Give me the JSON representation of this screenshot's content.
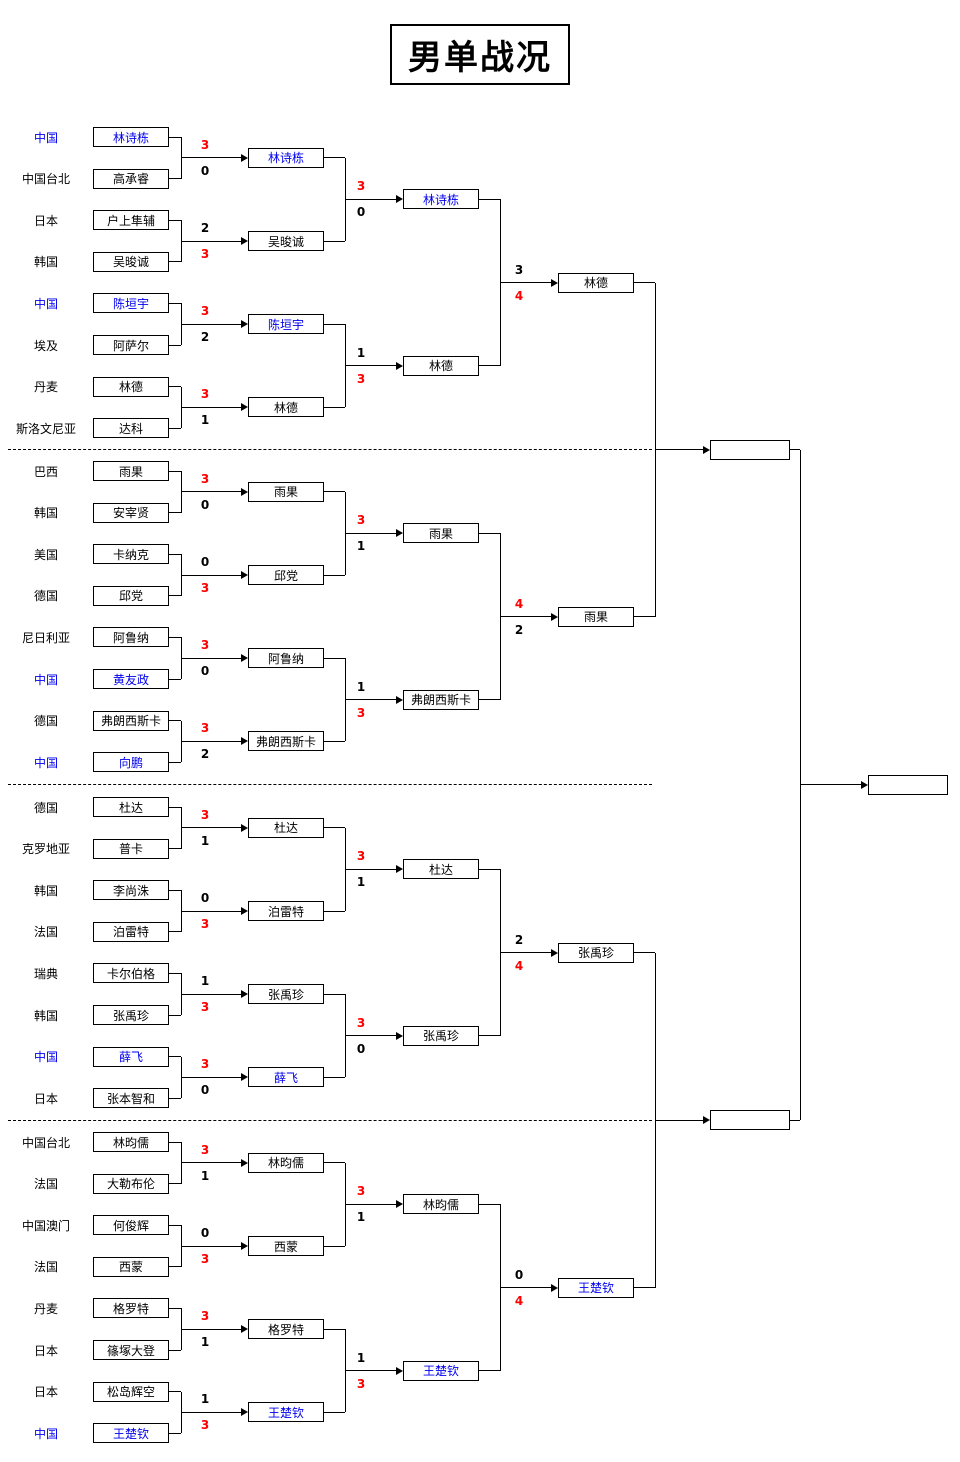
{
  "title": "男单战况",
  "colors": {
    "china_blue": "#0000ee",
    "win_red": "#ff0000",
    "line": "#000000"
  },
  "sections": [
    {
      "r1": [
        {
          "country": "中国",
          "country_cn": true,
          "name": "林诗栋",
          "cn": true,
          "score": "3",
          "score_red": true
        },
        {
          "country": "中国台北",
          "country_cn": false,
          "name": "高承睿",
          "cn": false,
          "score": "0",
          "score_red": false
        },
        {
          "country": "日本",
          "country_cn": false,
          "name": "户上隼辅",
          "cn": false,
          "score": "2",
          "score_red": false
        },
        {
          "country": "韩国",
          "country_cn": false,
          "name": "吴晙诚",
          "cn": false,
          "score": "3",
          "score_red": true
        },
        {
          "country": "中国",
          "country_cn": true,
          "name": "陈垣宇",
          "cn": true,
          "score": "3",
          "score_red": true
        },
        {
          "country": "埃及",
          "country_cn": false,
          "name": "阿萨尔",
          "cn": false,
          "score": "2",
          "score_red": false
        },
        {
          "country": "丹麦",
          "country_cn": false,
          "name": "林德",
          "cn": false,
          "score": "3",
          "score_red": true
        },
        {
          "country": "斯洛文尼亚",
          "country_cn": false,
          "name": "达科",
          "cn": false,
          "score": "1",
          "score_red": false
        }
      ],
      "r2": [
        {
          "name": "林诗栋",
          "cn": true,
          "score": "3",
          "score_red": true
        },
        {
          "name": "吴晙诚",
          "cn": false,
          "score": "0",
          "score_red": false
        },
        {
          "name": "陈垣宇",
          "cn": true,
          "score": "1",
          "score_red": false
        },
        {
          "name": "林德",
          "cn": false,
          "score": "3",
          "score_red": true
        }
      ],
      "r3": [
        {
          "name": "林诗栋",
          "cn": true,
          "score": "3",
          "score_red": false
        },
        {
          "name": "林德",
          "cn": false,
          "score": "4",
          "score_red": true
        }
      ],
      "qf_winner": {
        "name": "林德",
        "cn": false
      }
    },
    {
      "r1": [
        {
          "country": "巴西",
          "country_cn": false,
          "name": "雨果",
          "cn": false,
          "score": "3",
          "score_red": true
        },
        {
          "country": "韩国",
          "country_cn": false,
          "name": "安宰贤",
          "cn": false,
          "score": "0",
          "score_red": false
        },
        {
          "country": "美国",
          "country_cn": false,
          "name": "卡纳克",
          "cn": false,
          "score": "0",
          "score_red": false
        },
        {
          "country": "德国",
          "country_cn": false,
          "name": "邱党",
          "cn": false,
          "score": "3",
          "score_red": true
        },
        {
          "country": "尼日利亚",
          "country_cn": false,
          "name": "阿鲁纳",
          "cn": false,
          "score": "3",
          "score_red": true
        },
        {
          "country": "中国",
          "country_cn": true,
          "name": "黄友政",
          "cn": true,
          "score": "0",
          "score_red": false
        },
        {
          "country": "德国",
          "country_cn": false,
          "name": "弗朗西斯卡",
          "cn": false,
          "score": "3",
          "score_red": true
        },
        {
          "country": "中国",
          "country_cn": true,
          "name": "向鹏",
          "cn": true,
          "score": "2",
          "score_red": false
        }
      ],
      "r2": [
        {
          "name": "雨果",
          "cn": false,
          "score": "3",
          "score_red": true
        },
        {
          "name": "邱党",
          "cn": false,
          "score": "1",
          "score_red": false
        },
        {
          "name": "阿鲁纳",
          "cn": false,
          "score": "1",
          "score_red": false
        },
        {
          "name": "弗朗西斯卡",
          "cn": false,
          "score": "3",
          "score_red": true
        }
      ],
      "r3": [
        {
          "name": "雨果",
          "cn": false,
          "score": "4",
          "score_red": true
        },
        {
          "name": "弗朗西斯卡",
          "cn": false,
          "score": "2",
          "score_red": false
        }
      ],
      "qf_winner": {
        "name": "雨果",
        "cn": false
      }
    },
    {
      "r1": [
        {
          "country": "德国",
          "country_cn": false,
          "name": "杜达",
          "cn": false,
          "score": "3",
          "score_red": true
        },
        {
          "country": "克罗地亚",
          "country_cn": false,
          "name": "普卡",
          "cn": false,
          "score": "1",
          "score_red": false
        },
        {
          "country": "韩国",
          "country_cn": false,
          "name": "李尚洙",
          "cn": false,
          "score": "0",
          "score_red": false
        },
        {
          "country": "法国",
          "country_cn": false,
          "name": "泊雷特",
          "cn": false,
          "score": "3",
          "score_red": true
        },
        {
          "country": "瑞典",
          "country_cn": false,
          "name": "卡尔伯格",
          "cn": false,
          "score": "1",
          "score_red": false
        },
        {
          "country": "韩国",
          "country_cn": false,
          "name": "张禹珍",
          "cn": false,
          "score": "3",
          "score_red": true
        },
        {
          "country": "中国",
          "country_cn": true,
          "name": "薛飞",
          "cn": true,
          "score": "3",
          "score_red": true
        },
        {
          "country": "日本",
          "country_cn": false,
          "name": "张本智和",
          "cn": false,
          "score": "0",
          "score_red": false
        }
      ],
      "r2": [
        {
          "name": "杜达",
          "cn": false,
          "score": "3",
          "score_red": true
        },
        {
          "name": "泊雷特",
          "cn": false,
          "score": "1",
          "score_red": false
        },
        {
          "name": "张禹珍",
          "cn": false,
          "score": "3",
          "score_red": true
        },
        {
          "name": "薛飞",
          "cn": true,
          "score": "0",
          "score_red": false
        }
      ],
      "r3": [
        {
          "name": "杜达",
          "cn": false,
          "score": "2",
          "score_red": false
        },
        {
          "name": "张禹珍",
          "cn": false,
          "score": "4",
          "score_red": true
        }
      ],
      "qf_winner": {
        "name": "张禹珍",
        "cn": false
      }
    },
    {
      "r1": [
        {
          "country": "中国台北",
          "country_cn": false,
          "name": "林昀儒",
          "cn": false,
          "score": "3",
          "score_red": true
        },
        {
          "country": "法国",
          "country_cn": false,
          "name": "大勒布伦",
          "cn": false,
          "score": "1",
          "score_red": false
        },
        {
          "country": "中国澳门",
          "country_cn": false,
          "name": "何俊辉",
          "cn": false,
          "score": "0",
          "score_red": false
        },
        {
          "country": "法国",
          "country_cn": false,
          "name": "西蒙",
          "cn": false,
          "score": "3",
          "score_red": true
        },
        {
          "country": "丹麦",
          "country_cn": false,
          "name": "格罗特",
          "cn": false,
          "score": "3",
          "score_red": true
        },
        {
          "country": "日本",
          "country_cn": false,
          "name": "篠塚大登",
          "cn": false,
          "score": "1",
          "score_red": false
        },
        {
          "country": "日本",
          "country_cn": false,
          "name": "松岛辉空",
          "cn": false,
          "score": "1",
          "score_red": false
        },
        {
          "country": "中国",
          "country_cn": true,
          "name": "王楚钦",
          "cn": true,
          "score": "3",
          "score_red": true
        }
      ],
      "r2": [
        {
          "name": "林昀儒",
          "cn": false,
          "score": "3",
          "score_red": true
        },
        {
          "name": "西蒙",
          "cn": false,
          "score": "1",
          "score_red": false
        },
        {
          "name": "格罗特",
          "cn": false,
          "score": "1",
          "score_red": false
        },
        {
          "name": "王楚钦",
          "cn": true,
          "score": "3",
          "score_red": true
        }
      ],
      "r3": [
        {
          "name": "林昀儒",
          "cn": false,
          "score": "0",
          "score_red": false
        },
        {
          "name": "王楚钦",
          "cn": true,
          "score": "4",
          "score_red": true
        }
      ],
      "qf_winner": {
        "name": "王楚钦",
        "cn": true
      }
    }
  ],
  "semifinal_winners": [
    "",
    ""
  ],
  "final_winner": ""
}
